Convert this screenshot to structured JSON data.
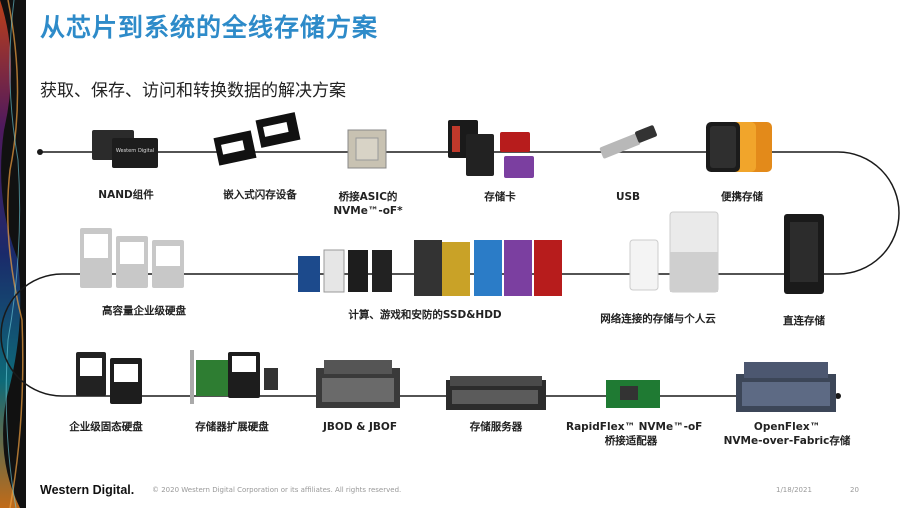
{
  "slide": {
    "title": "从芯片到系统的全线存储方案",
    "subtitle": "获取、保存、访问和转换数据的解决方案"
  },
  "products": [
    {
      "label": "NAND组件",
      "icon": "nand-chip-icon"
    },
    {
      "label": "嵌入式闪存设备",
      "icon": "embedded-flash-icon"
    },
    {
      "label": "桥接ASIC的",
      "label2": "NVMe™-oF*",
      "icon": "asic-chip-icon"
    },
    {
      "label": "存储卡",
      "icon": "memory-card-icon"
    },
    {
      "label": "USB",
      "icon": "usb-drive-icon"
    },
    {
      "label": "便携存储",
      "icon": "portable-drive-icon"
    },
    {
      "label": "高容量企业级硬盘",
      "icon": "enterprise-hdd-icon"
    },
    {
      "label": "计算、游戏和安防的SSD&HDD",
      "icon": "ssd-hdd-icon"
    },
    {
      "label": "网络连接的存储与个人云",
      "icon": "nas-cloud-icon"
    },
    {
      "label": "直连存储",
      "icon": "das-tower-icon"
    },
    {
      "label": "企业级固态硬盘",
      "icon": "enterprise-ssd-icon"
    },
    {
      "label": "存储器扩展硬盘",
      "icon": "expansion-card-icon"
    },
    {
      "label": "JBOD & JBOF",
      "icon": "jbod-chassis-icon"
    },
    {
      "label": "存储服务器",
      "icon": "storage-server-icon"
    },
    {
      "label": "RapidFlex™ NVMe™-oF",
      "label2": "桥接适配器",
      "icon": "adapter-board-icon"
    },
    {
      "label": "OpenFlex™",
      "label2": "NVMe-over-Fabric存储",
      "icon": "openflex-rack-icon"
    }
  ],
  "footer": {
    "brand": "Western Digital.",
    "copyright": "© 2020 Western Digital Corporation or its affiliates. All rights reserved.",
    "date": "1/18/2021",
    "page": "20"
  },
  "colors": {
    "title": "#2e8bc9",
    "line": "#1a1a1a"
  }
}
